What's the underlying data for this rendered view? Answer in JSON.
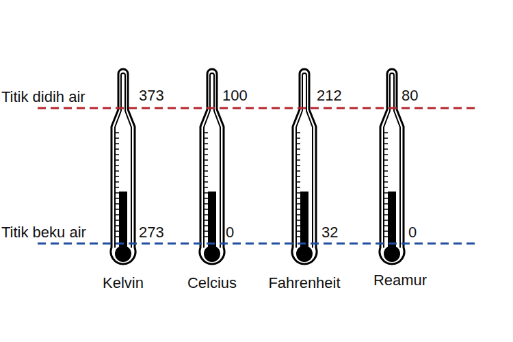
{
  "diagram": {
    "labels": [
      "Titik didih air",
      "373",
      "100",
      "212",
      "80",
      "Titik beku air",
      "273",
      "0",
      "32",
      "0",
      "Kelvin",
      "Celcius",
      "Fahrenheit",
      "Reamur"
    ]
  }
}
